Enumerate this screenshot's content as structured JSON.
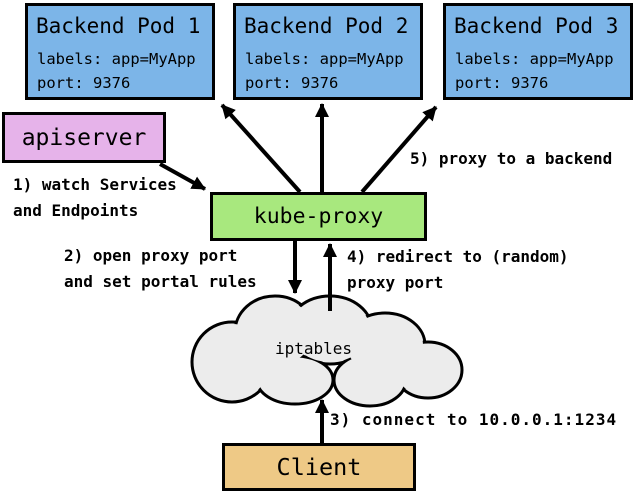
{
  "diagram": {
    "pods": [
      {
        "title": "Backend Pod 1",
        "labels": "labels: app=MyApp",
        "port": "port: 9376"
      },
      {
        "title": "Backend Pod 2",
        "labels": "labels: app=MyApp",
        "port": "port: 9376"
      },
      {
        "title": "Backend Pod 3",
        "labels": "labels: app=MyApp",
        "port": "port: 9376"
      }
    ],
    "apiserver_label": "apiserver",
    "kube_proxy_label": "kube-proxy",
    "iptables_label": "iptables",
    "client_label": "Client",
    "annotations": {
      "step1": {
        "line1": "1) watch Services",
        "line2": "and Endpoints"
      },
      "step2": {
        "line1": "2) open proxy port",
        "line2": "and set portal rules"
      },
      "step3": {
        "line1": "3) connect to 10.0.0.1:1234"
      },
      "step4": {
        "line1": "4) redirect to (random)",
        "line2": "proxy port"
      },
      "step5": {
        "line1": "5) proxy to a backend"
      }
    }
  },
  "colors": {
    "pod-blue": "#7cb5e8",
    "apiserver-pink": "#e6b3ea",
    "kube-proxy-green": "#a8e87e",
    "client-tan": "#eec986",
    "cloud-gray": "#ececec",
    "line-black": "#000000"
  }
}
